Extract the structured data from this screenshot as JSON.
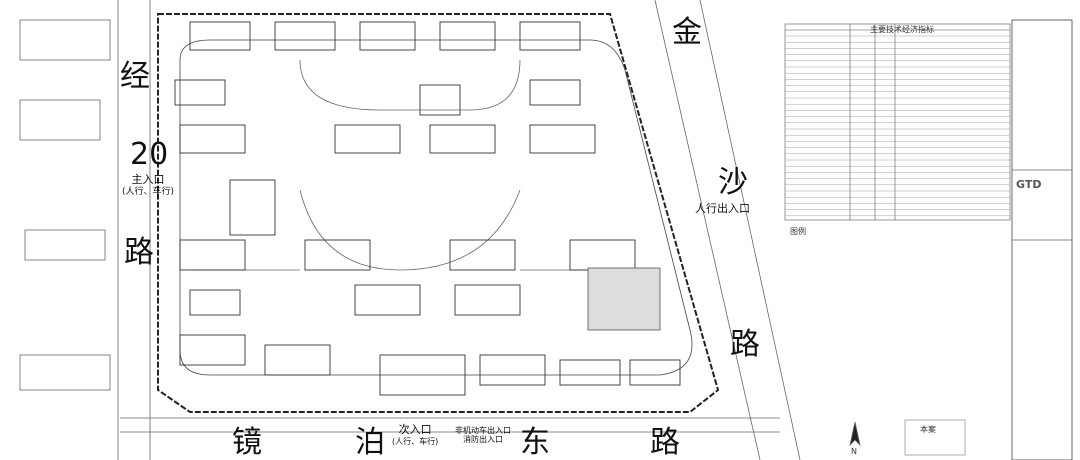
{
  "roads": {
    "west": [
      "经",
      "20",
      "路"
    ],
    "north_east": [
      "金",
      "沙",
      "路"
    ],
    "south": [
      "镜",
      "泊",
      "东",
      "路"
    ]
  },
  "entrances": {
    "main": {
      "title": "主入口",
      "sub": "(人行、车行)"
    },
    "pedestrian_east": "人行出入口",
    "secondary": {
      "title": "次入口",
      "sub": "(人行、车行)"
    },
    "service": {
      "line1": "非机动车出入口",
      "line2": "消防出入口"
    }
  },
  "table": {
    "title": "主要技术经济指标"
  },
  "legend": {
    "title": "图例"
  },
  "titleblock": {
    "logo": "GTD",
    "site_label": "本案"
  },
  "compass": "N",
  "colors": {
    "line": "#555555",
    "text": "#111111"
  }
}
